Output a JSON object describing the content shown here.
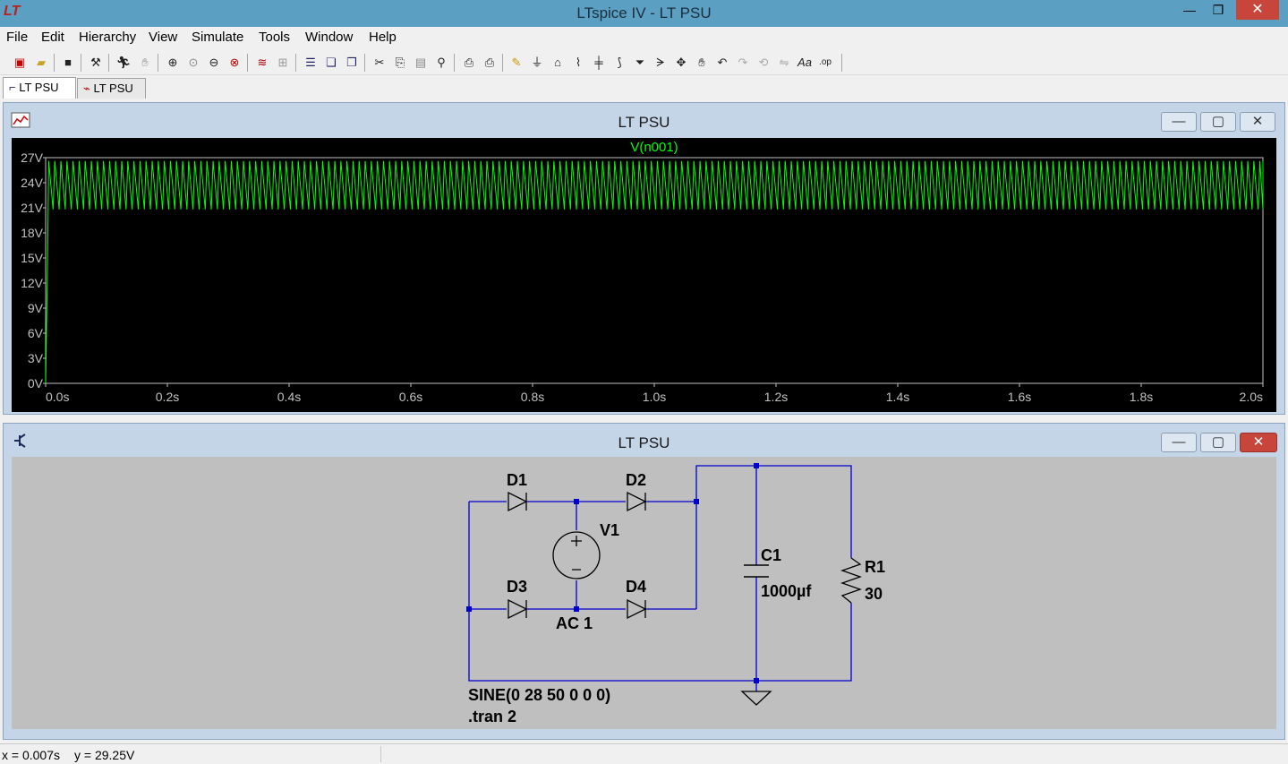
{
  "app": {
    "title": "LTspice IV - LT PSU",
    "logo": "LT",
    "window_buttons": {
      "minimize": "—",
      "restore": "❐",
      "close": "✕"
    }
  },
  "menu": [
    "File",
    "Edit",
    "Hierarchy",
    "View",
    "Simulate",
    "Tools",
    "Window",
    "Help"
  ],
  "tabs": [
    {
      "label": "LT PSU",
      "icon": "schematic-icon",
      "active": true
    },
    {
      "label": "LT PSU",
      "icon": "waveform-icon",
      "active": false
    }
  ],
  "waveform_window": {
    "title": "LT PSU",
    "trace_name": "V(n001)",
    "trace_color": "#00ff00"
  },
  "schematic_window": {
    "title": "LT PSU",
    "labels": {
      "d1": "D1",
      "d2": "D2",
      "d3": "D3",
      "d4": "D4",
      "v1": "V1",
      "v1_value": "AC 1",
      "c1": "C1",
      "c1_value": "1000µf",
      "r1": "R1",
      "r1_value": "30",
      "source_directive": "SINE(0 28 50 0 0 0)",
      "tran_directive": ".tran 2"
    },
    "wire_color": "#0000cc"
  },
  "status": {
    "x": "x = 0.007s",
    "y": "y = 29.25V"
  },
  "chart_data": {
    "type": "line",
    "title": "",
    "xlabel": "",
    "ylabel": "",
    "x_ticks": [
      "0.0s",
      "0.2s",
      "0.4s",
      "0.6s",
      "0.8s",
      "1.0s",
      "1.2s",
      "1.4s",
      "1.6s",
      "1.8s",
      "2.0s"
    ],
    "y_ticks": [
      "0V",
      "3V",
      "6V",
      "9V",
      "12V",
      "15V",
      "18V",
      "21V",
      "24V",
      "27V"
    ],
    "xlim": [
      0,
      2.0
    ],
    "ylim": [
      0,
      27
    ],
    "series": [
      {
        "name": "V(n001)",
        "color": "#00ff00",
        "description_values": {
          "startup_x": [
            0.0,
            0.003,
            0.005
          ],
          "startup_y": [
            0,
            14,
            26.6
          ],
          "ripple_frequency_hz": 100,
          "ripple_max": 26.6,
          "ripple_min": 20.8,
          "x_end": 2.0
        }
      }
    ],
    "grid": false,
    "background": "#000000"
  }
}
